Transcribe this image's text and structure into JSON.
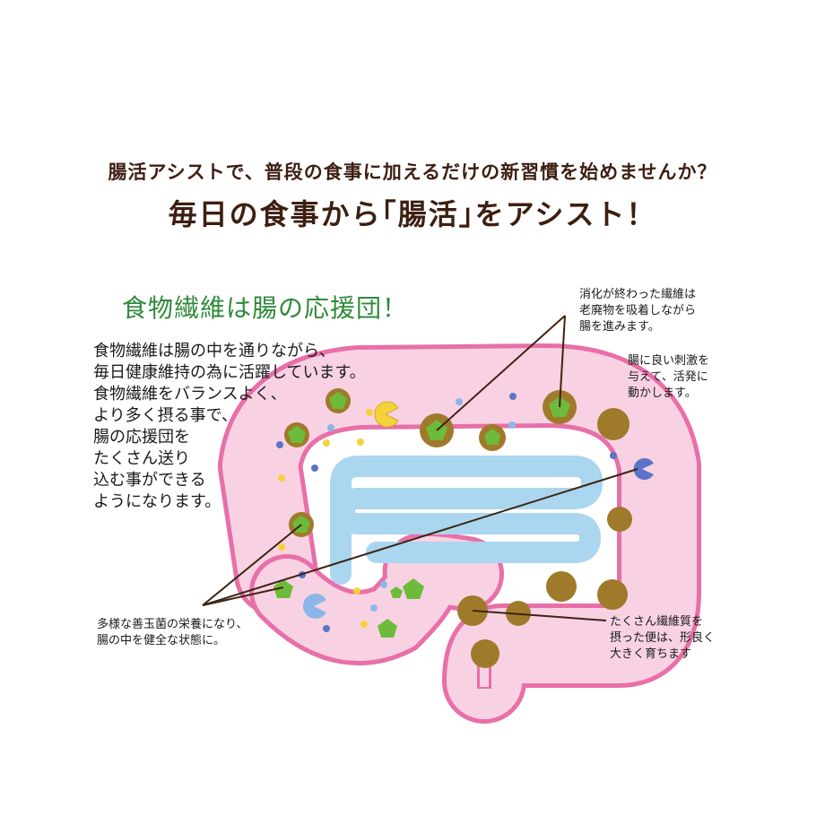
{
  "header": {
    "line1": "腸活アシストで、普段の食事に加えるだけの新習慣を始めませんか？",
    "line2": "毎日の食事から｢腸活｣をアシスト！"
  },
  "section": {
    "title": "食物繊維は腸の応援団！",
    "body_lines": [
      "食物繊維は腸の中を通りながら、",
      "毎日健康維持の為に活躍しています。",
      "食物繊維をバランスよく、",
      "より多く摂る事で、",
      "腸の応援団を",
      "たくさん送り",
      "込む事ができる",
      "ようになります。"
    ]
  },
  "callouts": {
    "top_right": [
      "消化が終わった繊維は",
      "老廃物を吸着しながら",
      "腸を進みます。"
    ],
    "right_upper": [
      "腸に良い刺激を",
      "与えて、活発に",
      "動かします。"
    ],
    "bottom_left": [
      "多様な善玉菌の栄養になり、",
      "腸の中を健全な状態に。"
    ],
    "bottom_right": [
      "たくさん繊維質を",
      "摂った便は、形良く",
      "大きく育ちます"
    ]
  },
  "colors": {
    "title_text": "#3d1f12",
    "section_title": "#2f8a3a",
    "intestine_outline": "#e86fa8",
    "intestine_fill": "#f8d2e3",
    "small_intestine": "#aad6ef",
    "fiber_green": "#6dbb3a",
    "stool_brown": "#a07a2b",
    "bacteria_yellow": "#f4d23a",
    "bacteria_blue": "#5b74c9"
  }
}
